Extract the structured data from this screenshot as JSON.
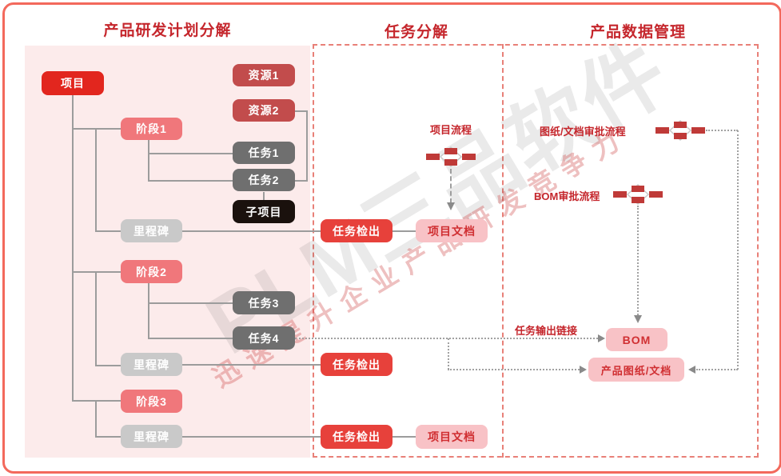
{
  "headers": {
    "plan": "产品研发计划分解",
    "task": "任务分解",
    "pdm": "产品数据管理"
  },
  "tree": {
    "project": "项目",
    "resources": [
      "资源1",
      "资源2"
    ],
    "stages": [
      "阶段1",
      "阶段2",
      "阶段3"
    ],
    "tasks": [
      "任务1",
      "任务2",
      "任务3",
      "任务4"
    ],
    "subproject": "子项目",
    "milestones": [
      "里程碑",
      "里程碑",
      "里程碑"
    ]
  },
  "flows": {
    "project_flow": "项目流程",
    "drawing_approval": "图纸/文档审批流程",
    "bom_approval": "BOM审批流程",
    "task_output_link": "任务输出链接"
  },
  "items": {
    "task_checkout": [
      "任务检出",
      "任务检出",
      "任务检出"
    ],
    "project_doc": [
      "项目文档",
      "项目文档"
    ],
    "bom": "BOM",
    "product_drawing_doc": "产品图纸/文档"
  },
  "watermark": {
    "brand": "PLM三品软件",
    "slogan": "迅速提升企业产品研发竞争力"
  },
  "colors": {
    "page_border": "#f3695c",
    "panel_pink": "#fcebeb",
    "dashed_border": "#e88078",
    "header_red": "#c5262c",
    "project_red": "#e2261e",
    "resource_crimson": "#c24c4c",
    "stage_salmon": "#f0777b",
    "task_gray": "#6f6f6f",
    "subproject_black": "#1a110d",
    "milestone_silver": "#c9c9c9",
    "checkout_red": "#e7413b",
    "doc_pink": "#f8c2c6",
    "doc_text_red": "#d02f32",
    "connector_gray": "#9c9c9c",
    "flow_icon_red": "#bf3a38"
  }
}
